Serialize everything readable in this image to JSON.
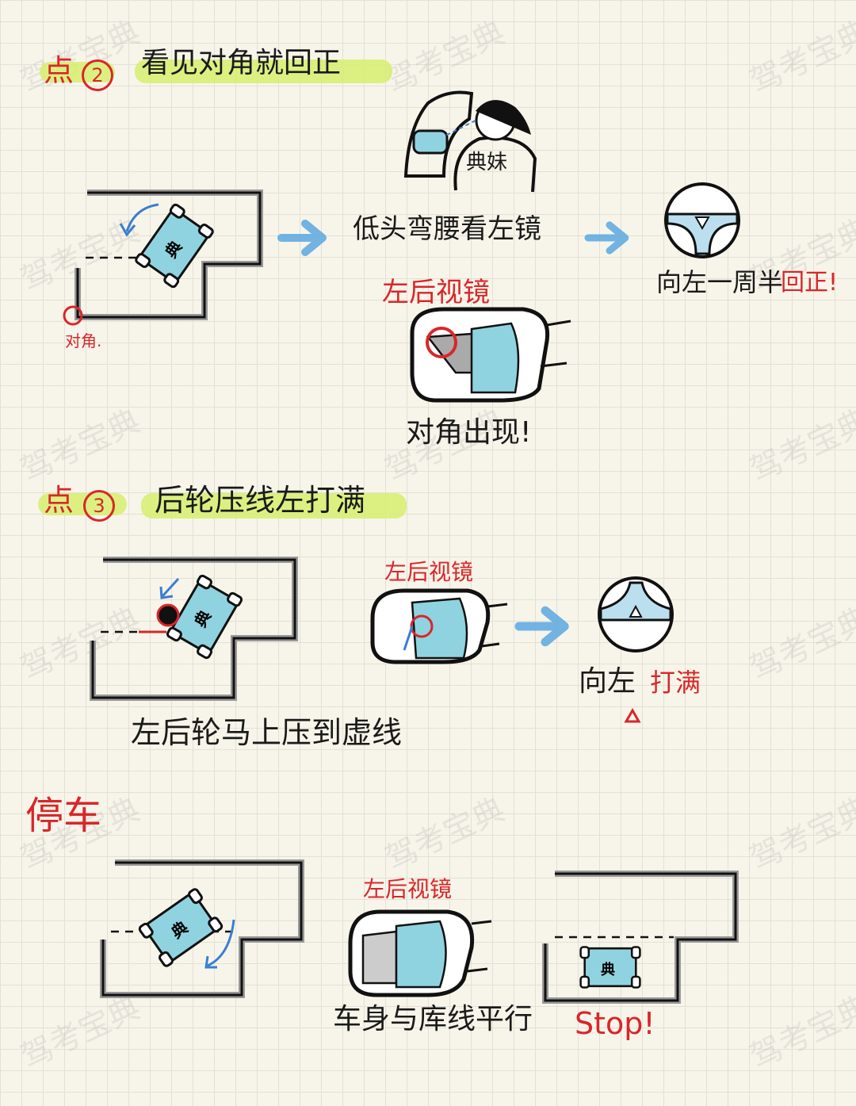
{
  "watermark": "驾考宝典",
  "section2": {
    "point_label": "点",
    "point_number": "2",
    "title": "看见对角就回正",
    "corner_label": "对角.",
    "instruction": "低头弯腰看左镜",
    "person_label": "典妹",
    "mirror_label": "左后视镜",
    "mirror_caption": "对角出现!",
    "wheel_caption": "向左一周半",
    "wheel_action": "回正!",
    "car_label": "典"
  },
  "section3": {
    "point_label": "点",
    "point_number": "3",
    "title": "后轮压线左打满",
    "mirror_label": "左后视镜",
    "wheel_caption": "向左",
    "wheel_action": "打满",
    "scene_caption": "左后轮马上压到虚线",
    "car_label": "典"
  },
  "stop_section": {
    "title": "停车",
    "mirror_label": "左后视镜",
    "mirror_caption": "车身与库线平行",
    "stop_caption": "Stop!",
    "car_label": "典"
  },
  "colors": {
    "accent_red": "#d9262a",
    "highlight": "#d6ee6e",
    "car_blue": "#8fd3e0",
    "arrow_blue": "#5aa7e0"
  }
}
